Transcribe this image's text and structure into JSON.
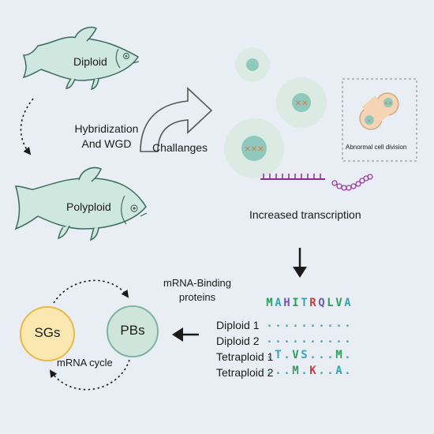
{
  "labels": {
    "diploid": "Diploid",
    "hybridization_line1": "Hybridization",
    "hybridization_line2": "And WGD",
    "polyploid": "Polyploid",
    "challenges": "Challanges",
    "abnormal_division": "Abnormal cell division",
    "increased_transcription": "Increased transcription",
    "mrna_binding_line1": "mRNA-Binding",
    "mrna_binding_line2": "proteins",
    "sgs": "SGs",
    "pbs": "PBs",
    "mrna_cycle": "mRNA cycle"
  },
  "alignment": {
    "reference": [
      "M",
      "A",
      "H",
      "I",
      "T",
      "R",
      "Q",
      "L",
      "V",
      "A"
    ],
    "rows": [
      {
        "name": "Diploid 1",
        "residues": [
          ".",
          ".",
          ".",
          ".",
          ".",
          ".",
          ".",
          ".",
          ".",
          "."
        ]
      },
      {
        "name": "Diploid 2",
        "residues": [
          ".",
          ".",
          ".",
          ".",
          ".",
          ".",
          ".",
          ".",
          ".",
          "."
        ]
      },
      {
        "name": "Tetraploid 1",
        "residues": [
          ".",
          "T",
          ".",
          "V",
          "S",
          ".",
          ".",
          ".",
          "M",
          "."
        ]
      },
      {
        "name": "Tetraploid 2",
        "residues": [
          ".",
          ".",
          ".",
          "M",
          ".",
          "K",
          ".",
          ".",
          "A",
          "."
        ]
      }
    ]
  },
  "colors": {
    "background": "#e8eef4",
    "fish_fill": "#cfe8df",
    "fish_stroke": "#3a6b5c",
    "cell_outer": "#dbeae3",
    "cell_nucleus": "#8fc9bd",
    "sg_fill": "#fbe7b0",
    "sg_stroke": "#e8b84a",
    "pb_fill": "#cfe5dc",
    "pb_stroke": "#7fb3a2",
    "dot_color": "#3fa9b5",
    "res_M": "#2e9f5b",
    "res_A": "#3aa4b3",
    "res_H": "#6e5ab0",
    "res_I": "#2e9f5b",
    "res_T": "#3aa4b3",
    "res_R": "#c04040",
    "res_Q": "#6e5ab0",
    "res_L": "#2e9f5b",
    "res_V": "#2e9f5b",
    "res_S": "#3aa4b3",
    "res_K": "#c04040",
    "mrna_color": "#8a2f8f"
  }
}
